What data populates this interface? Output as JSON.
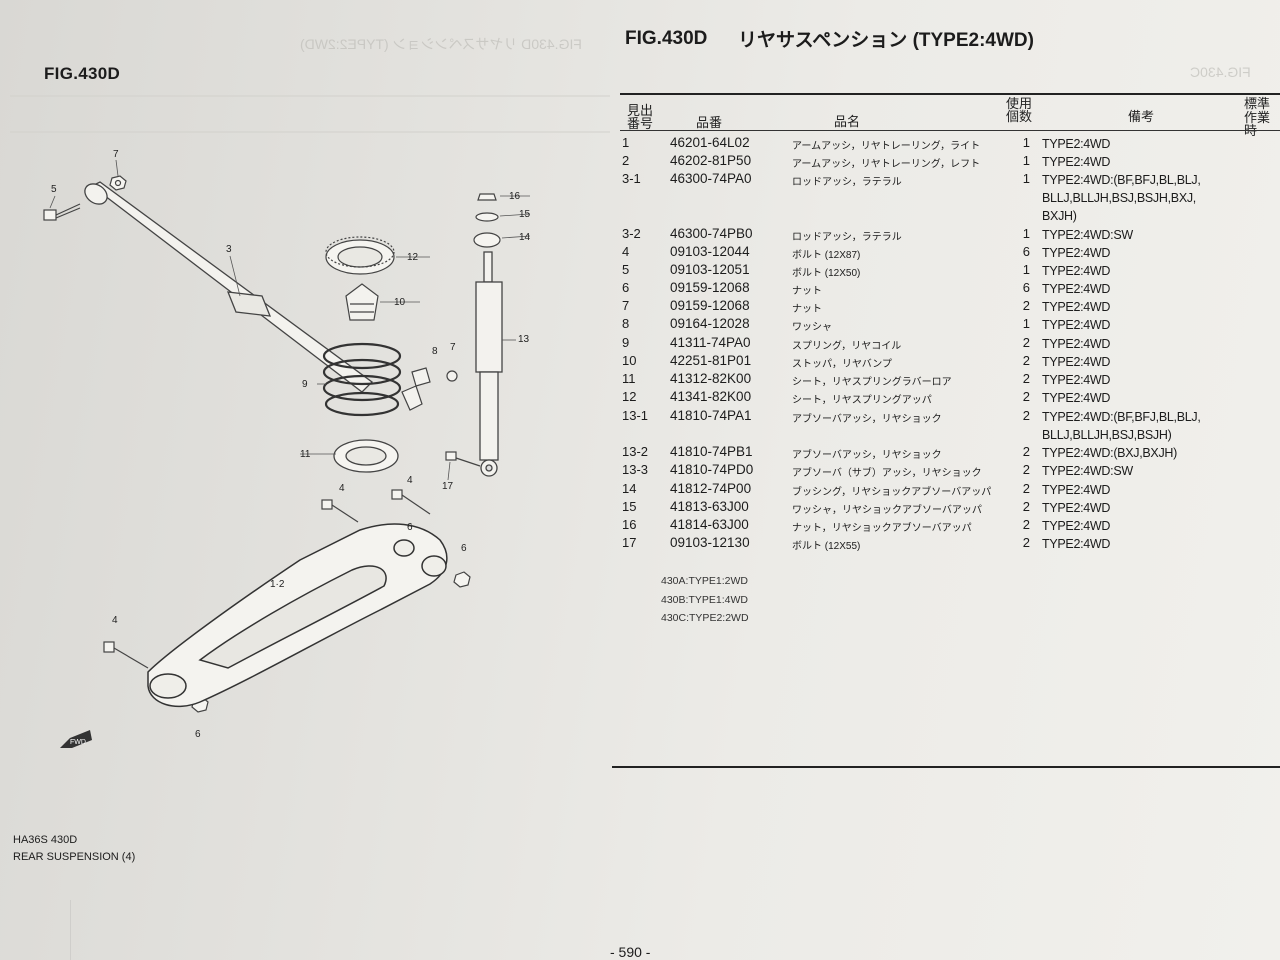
{
  "figure": {
    "label_left": "FIG.430D",
    "label_right": "FIG.430D",
    "title": "リヤサスペンション (TYPE2:4WD)"
  },
  "table_header": {
    "ref_line1": "見出",
    "ref_line2": "番号",
    "part_no": "品番",
    "part_name": "品名",
    "qty_line1": "使用",
    "qty_line2": "個数",
    "remarks": "備考",
    "time_line1": "標準",
    "time_line2": "作業時"
  },
  "rows": [
    {
      "ref": "1",
      "part": "46201-64L02",
      "name": "アームアッシ，リヤトレーリング，ライト",
      "qty": "1",
      "remarks": [
        "TYPE2:4WD"
      ]
    },
    {
      "ref": "2",
      "part": "46202-81P50",
      "name": "アームアッシ，リヤトレーリング，レフト",
      "qty": "1",
      "remarks": [
        "TYPE2:4WD"
      ]
    },
    {
      "ref": "3-1",
      "part": "46300-74PA0",
      "name": "ロッドアッシ，ラテラル",
      "qty": "1",
      "remarks": [
        "TYPE2:4WD:(BF,BFJ,BL,BLJ,",
        "BLLJ,BLLJH,BSJ,BSJH,BXJ,",
        "BXJH)"
      ]
    },
    {
      "ref": "3-2",
      "part": "46300-74PB0",
      "name": "ロッドアッシ，ラテラル",
      "qty": "1",
      "remarks": [
        "TYPE2:4WD:SW"
      ]
    },
    {
      "ref": "4",
      "part": "09103-12044",
      "name": "ボルト (12X87)",
      "qty": "6",
      "remarks": [
        "TYPE2:4WD"
      ]
    },
    {
      "ref": "5",
      "part": "09103-12051",
      "name": "ボルト (12X50)",
      "qty": "1",
      "remarks": [
        "TYPE2:4WD"
      ]
    },
    {
      "ref": "6",
      "part": "09159-12068",
      "name": "ナット",
      "qty": "6",
      "remarks": [
        "TYPE2:4WD"
      ]
    },
    {
      "ref": "7",
      "part": "09159-12068",
      "name": "ナット",
      "qty": "2",
      "remarks": [
        "TYPE2:4WD"
      ]
    },
    {
      "ref": "8",
      "part": "09164-12028",
      "name": "ワッシャ",
      "qty": "1",
      "remarks": [
        "TYPE2:4WD"
      ]
    },
    {
      "ref": "9",
      "part": "41311-74PA0",
      "name": "スプリング，リヤコイル",
      "qty": "2",
      "remarks": [
        "TYPE2:4WD"
      ]
    },
    {
      "ref": "10",
      "part": "42251-81P01",
      "name": "ストッパ，リヤバンプ",
      "qty": "2",
      "remarks": [
        "TYPE2:4WD"
      ]
    },
    {
      "ref": "11",
      "part": "41312-82K00",
      "name": "シート，リヤスプリングラバーロア",
      "qty": "2",
      "remarks": [
        "TYPE2:4WD"
      ]
    },
    {
      "ref": "12",
      "part": "41341-82K00",
      "name": "シート，リヤスプリングアッパ",
      "qty": "2",
      "remarks": [
        "TYPE2:4WD"
      ]
    },
    {
      "ref": "13-1",
      "part": "41810-74PA1",
      "name": "アブソーバアッシ，リヤショック",
      "qty": "2",
      "remarks": [
        "TYPE2:4WD:(BF,BFJ,BL,BLJ,",
        "BLLJ,BLLJH,BSJ,BSJH)"
      ]
    },
    {
      "ref": "13-2",
      "part": "41810-74PB1",
      "name": "アブソーバアッシ，リヤショック",
      "qty": "2",
      "remarks": [
        "TYPE2:4WD:(BXJ,BXJH)"
      ]
    },
    {
      "ref": "13-3",
      "part": "41810-74PD0",
      "name": "アブソーバ（サブ）アッシ，リヤショック",
      "qty": "2",
      "remarks": [
        "TYPE2:4WD:SW"
      ]
    },
    {
      "ref": "14",
      "part": "41812-74P00",
      "name": "ブッシング，リヤショックアブソーバアッパ",
      "qty": "2",
      "remarks": [
        "TYPE2:4WD"
      ]
    },
    {
      "ref": "15",
      "part": "41813-63J00",
      "name": "ワッシャ，リヤショックアブソーバアッパ",
      "qty": "2",
      "remarks": [
        "TYPE2:4WD"
      ]
    },
    {
      "ref": "16",
      "part": "41814-63J00",
      "name": "ナット，リヤショックアブソーバアッパ",
      "qty": "2",
      "remarks": [
        "TYPE2:4WD"
      ]
    },
    {
      "ref": "17",
      "part": "09103-12130",
      "name": "ボルト (12X55)",
      "qty": "2",
      "remarks": [
        "TYPE2:4WD"
      ]
    }
  ],
  "cross_refs": [
    "430A:TYPE1:2WD",
    "430B:TYPE1:4WD",
    "430C:TYPE2:2WD"
  ],
  "diagram_labels": [
    "7",
    "5",
    "3",
    "16",
    "15",
    "14",
    "12",
    "10",
    "13",
    "8",
    "7",
    "9",
    "11",
    "17",
    "4",
    "4",
    "6",
    "6",
    "1·2",
    "4",
    "6",
    "FWD"
  ],
  "footer": {
    "model_code": "HA36S 430D",
    "section_name": "REAR SUSPENSION (4)",
    "page": "- 590 -"
  }
}
